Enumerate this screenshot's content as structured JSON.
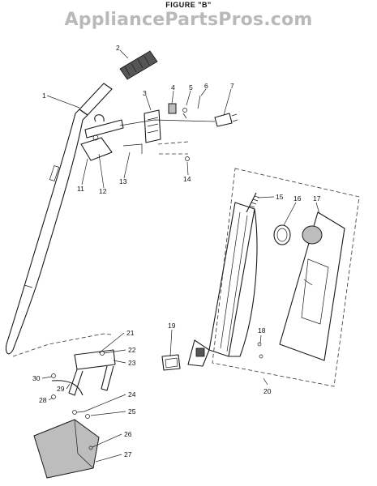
{
  "figure_title": "FIGURE \"B\"",
  "watermark": "AppliancePartsPros.com",
  "callouts": [
    "1",
    "2",
    "3",
    "4",
    "5",
    "6",
    "7",
    "11",
    "12",
    "13",
    "14",
    "15",
    "16",
    "17",
    "18",
    "19",
    "20",
    "21",
    "22",
    "23",
    "24",
    "25",
    "26",
    "27",
    "28",
    "29",
    "30"
  ]
}
